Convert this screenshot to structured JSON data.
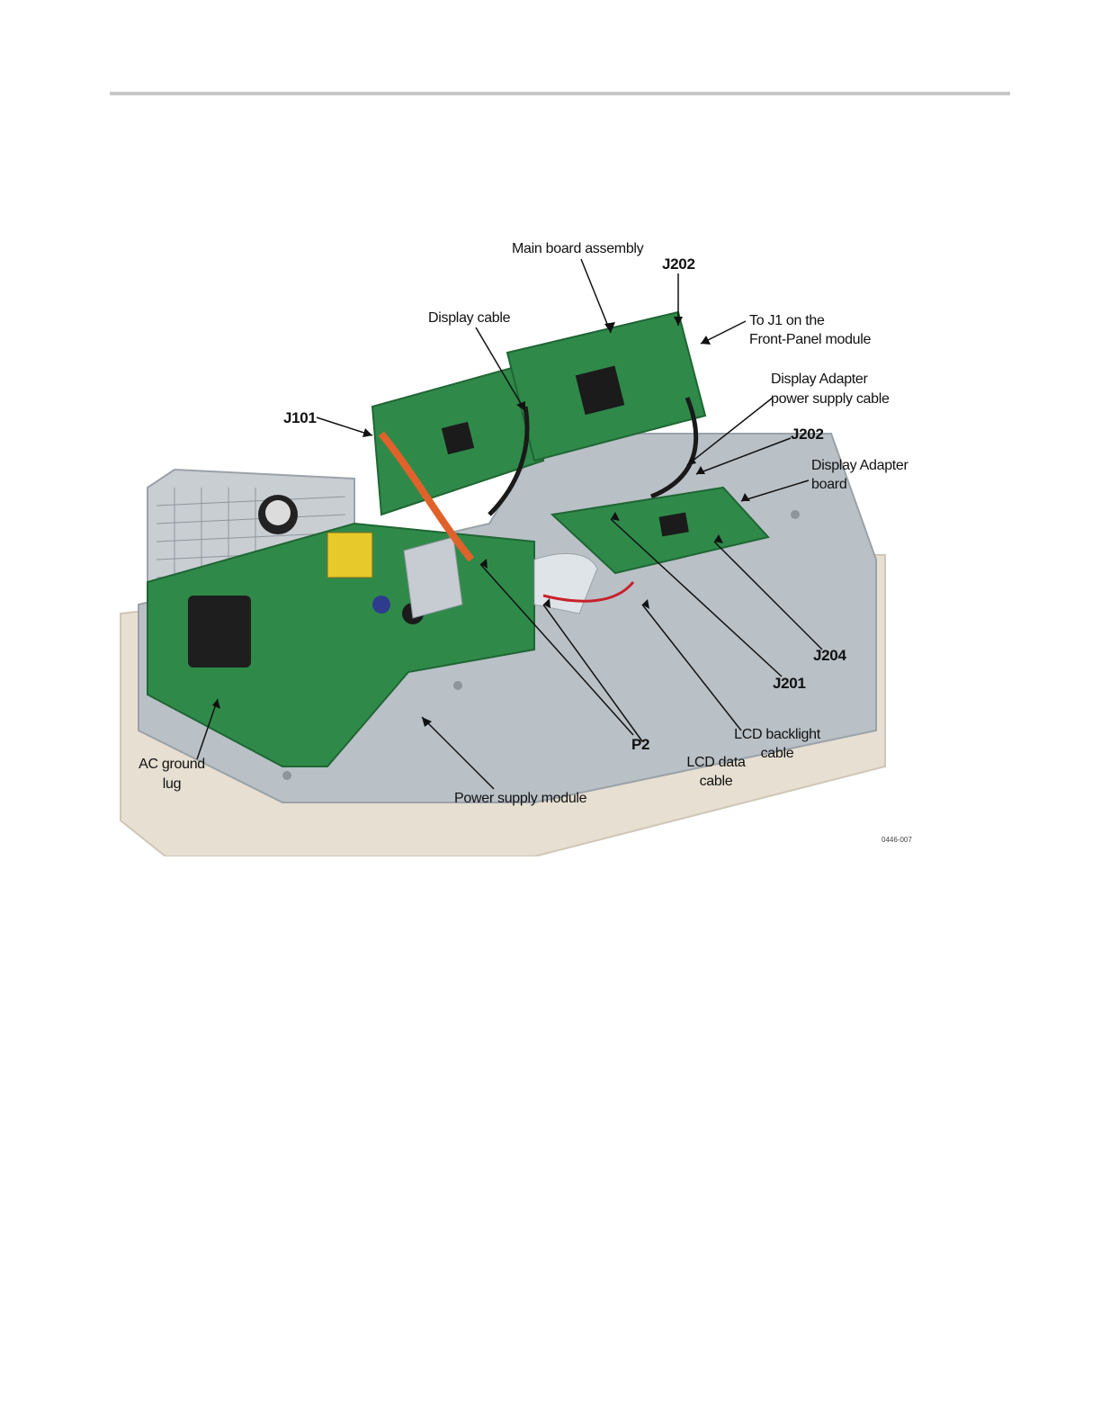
{
  "figure": {
    "callouts": {
      "main_board_assembly": "Main board assembly",
      "j202_top": "J202",
      "display_cable": "Display cable",
      "to_j1_line1": "To J1 on the",
      "to_j1_line2": "Front-Panel module",
      "display_adapter_psu_line1": "Display Adapter",
      "display_adapter_psu_line2": "power supply cable",
      "j101": "J101",
      "j202_right": "J202",
      "display_adapter_board_line1": "Display Adapter",
      "display_adapter_board_line2": "board",
      "j204": "J204",
      "j201": "J201",
      "lcd_backlight_line1": "LCD backlight",
      "lcd_backlight_line2": "cable",
      "p2": "P2",
      "lcd_data_line1": "LCD data",
      "lcd_data_line2": "cable",
      "ac_ground_line1": "AC ground",
      "ac_ground_line2": "lug",
      "power_supply_module": "Power supply module"
    },
    "figure_id": "0446-007"
  },
  "colors": {
    "rule": "#c8c8c8",
    "pcb_green": "#2f8a4a",
    "chassis_grey": "#b9c0c6",
    "base_beige": "#e6dfd2"
  }
}
